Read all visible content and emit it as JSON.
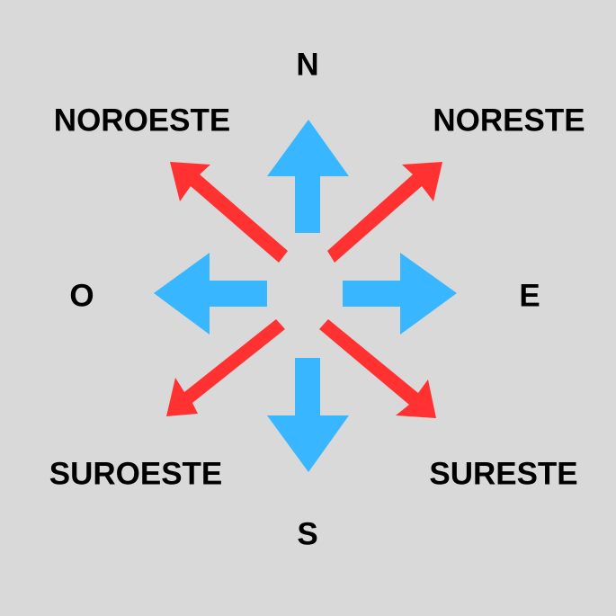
{
  "labels": {
    "north": "N",
    "northwest": "NOROESTE",
    "northeast": "NORESTE",
    "west": "O",
    "east": "E",
    "southwest": "SUROESTE",
    "southeast": "SURESTE",
    "south": "S"
  },
  "colors": {
    "background": "#d9d9d9",
    "cardinal_arrows": "#38b6ff",
    "intercardinal_arrows": "#ff3131",
    "text": "#000000"
  }
}
